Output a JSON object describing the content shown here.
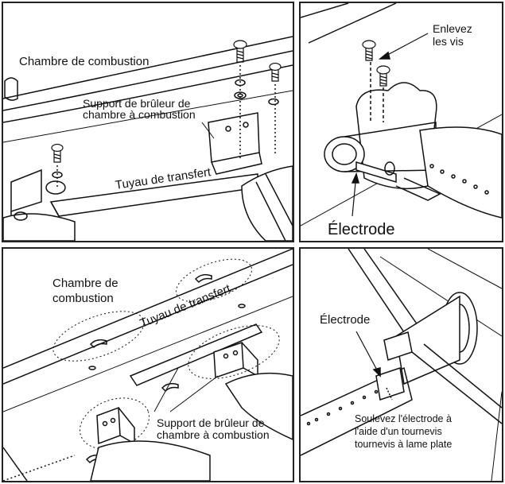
{
  "panel1": {
    "chamber_label": "Chambre de combustion",
    "support_label_line1": "Support de brûleur de",
    "support_label_line2": "chambre à combustion",
    "transfer_label": "Tuyau de transfert"
  },
  "panel2": {
    "remove_label_line1": "Enlevez",
    "remove_label_line2": "les vis",
    "electrode_label": "Électrode"
  },
  "panel3": {
    "chamber_label_line1": "Chambre de",
    "chamber_label_line2": "combustion",
    "transfer_label": "Tuyau de transfert",
    "support_label_line1": "Support de brûleur de",
    "support_label_line2": "chambre à combustion"
  },
  "panel4": {
    "electrode_label": "Électrode",
    "instruction_line1": "Soulevez l'électrode à",
    "instruction_line2": "l'aide d'un tournevis",
    "instruction_line3": "tournevis à lame plate"
  },
  "colors": {
    "line": "#111111",
    "background": "#ffffff",
    "shade": "#dddddd"
  }
}
